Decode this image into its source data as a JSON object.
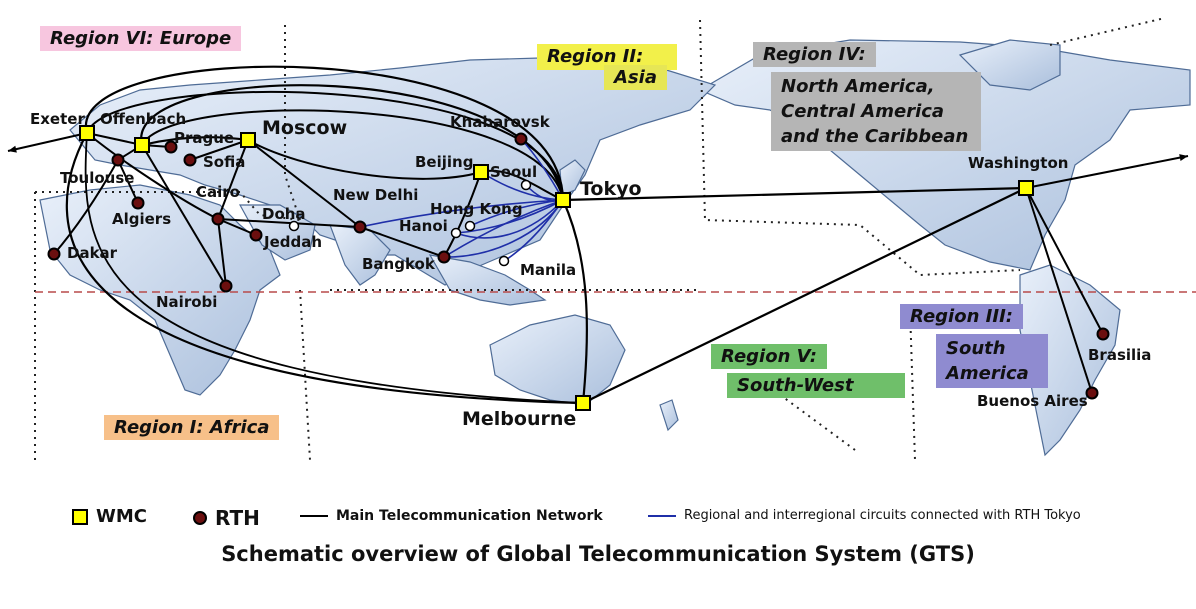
{
  "map": {
    "title": "Schematic overview of Global Telecommunication System (GTS)",
    "regions": {
      "r6": [
        "Region VI: Europe"
      ],
      "r2": [
        "Region II:",
        "Asia"
      ],
      "r4": [
        "Region IV:",
        "North America,",
        "Central America",
        "and the Caribbean"
      ],
      "r3": [
        "Region III:",
        "South",
        "America"
      ],
      "r5": [
        "Region V:",
        "South-West"
      ],
      "r1": [
        "Region I: Africa"
      ]
    },
    "wmc_cities": [
      "Exeter",
      "Offenbach",
      "Moscow",
      "Beijing",
      "Tokyo",
      "Washington",
      "Melbourne"
    ],
    "rth_cities": [
      "Toulouse",
      "Prague",
      "Sofia",
      "Algiers",
      "Cairo",
      "Dakar",
      "Jeddah",
      "Nairobi",
      "New Delhi",
      "Khabarovsk",
      "Bangkok",
      "Brasilia",
      "Buenos Aires"
    ],
    "other_cities": [
      "Doha",
      "Seoul",
      "Hong Kong",
      "Hanoi",
      "Manila"
    ],
    "colors": {
      "wmc": "#ffff00",
      "rth": "#6b0f0f",
      "main_network": "#000000",
      "regional_circuits": "#1f2fa8",
      "equator": "#b84a4a",
      "region_europe": "#f7c6df",
      "region_asia": "#f2f04a",
      "region_na": "#b5b5b5",
      "region_sa": "#8f8bd0",
      "region_sw": "#6fbf6a",
      "region_africa": "#f7c089",
      "land": "#c9d8ec"
    }
  },
  "legend": {
    "wmc": "WMC",
    "rth": "RTH",
    "main": "Main Telecommunication Network",
    "regional": "Regional and interregional circuits connected with RTH Tokyo"
  }
}
